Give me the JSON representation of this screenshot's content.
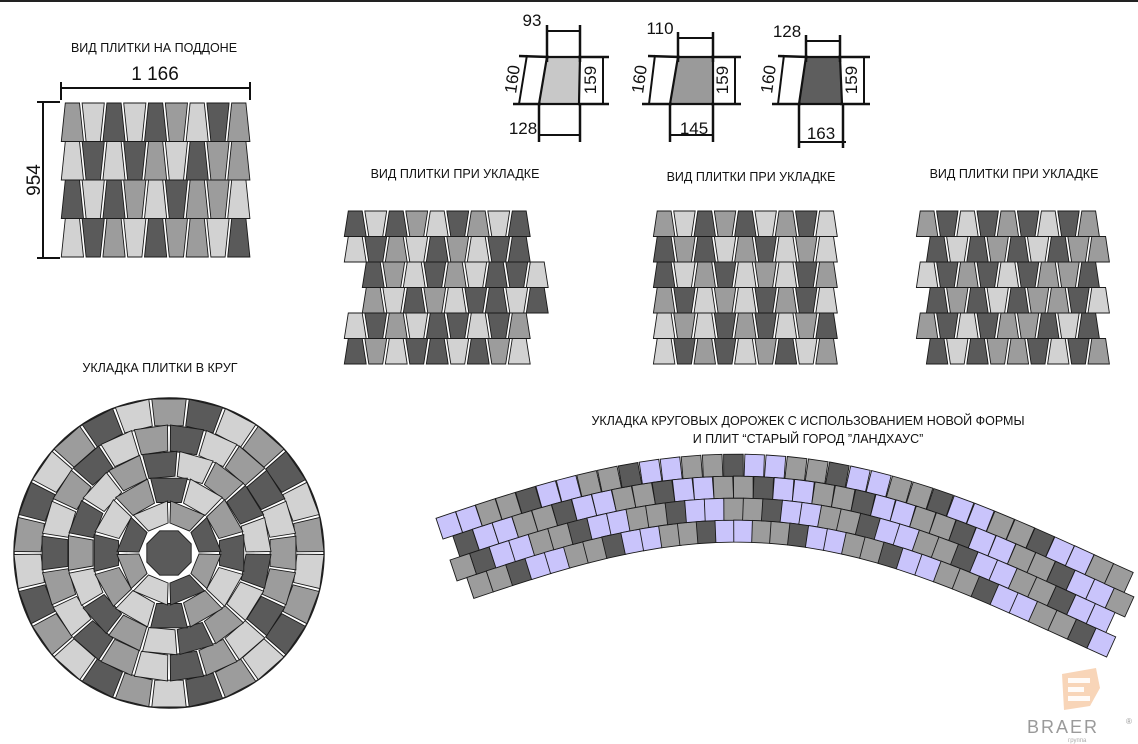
{
  "captions": {
    "pallet_view": "ВИД ПЛИТКИ НА ПОДДОНЕ",
    "laying_view_1": "ВИД ПЛИТКИ ПРИ УКЛАДКЕ",
    "laying_view_2": "ВИД ПЛИТКИ ПРИ УКЛАДКЕ",
    "laying_view_3": "ВИД ПЛИТКИ ПРИ УКЛАДКЕ",
    "circle_laying": "УКЛАДКА ПЛИТКИ В КРУГ",
    "path_laying_line1": "УКЛАДКА КРУГОВЫХ ДОРОЖЕК С ИСПОЛЬЗОВАНИЕМ НОВОЙ ФОРМЫ",
    "path_laying_line2": "И ПЛИТ “СТАРЫЙ ГОРОД ”ЛАНДХАУС”"
  },
  "pallet": {
    "width": "1 166",
    "height": "954"
  },
  "tiles": [
    {
      "shade": "#c8c8c8",
      "top": "93",
      "left": "160",
      "right": "159",
      "bottom": "128"
    },
    {
      "shade": "#9a9a9a",
      "top": "110",
      "left": "160",
      "right": "159",
      "bottom": "145"
    },
    {
      "shade": "#5e5e5e",
      "top": "128",
      "left": "160",
      "right": "159",
      "bottom": "163"
    }
  ],
  "colors": {
    "light": "#d2d2d2",
    "medium": "#9c9c9c",
    "dark": "#5a5a5a",
    "lavender": "#c9c4fb"
  },
  "brand": {
    "name": "BRAER",
    "mark": "®",
    "sub": "группа",
    "logo_color": "#f0a772"
  }
}
